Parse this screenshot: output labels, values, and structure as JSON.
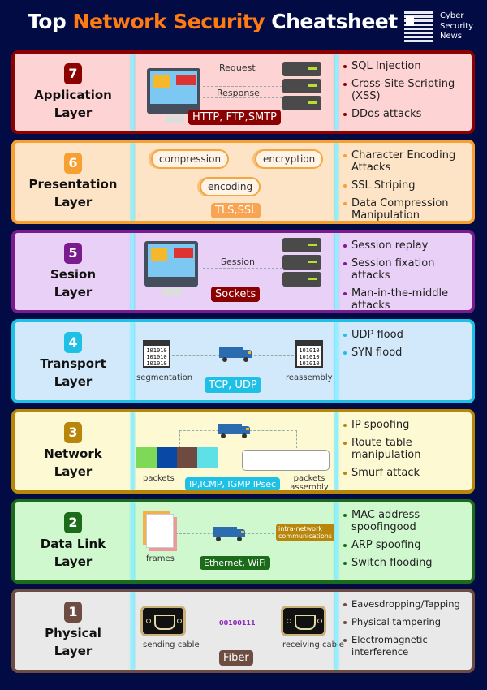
{
  "title": {
    "part1": "Top",
    "part2": "Network Security",
    "part3": "Cheatsheet"
  },
  "logo": {
    "line1": "Cyber",
    "line2": "Security",
    "line3": "News"
  },
  "layers": [
    {
      "num": "7",
      "name1": "Application",
      "name2": "Layer",
      "color": "#8b0000",
      "bg": "#fdd3d3",
      "diagram": {
        "request": "Request",
        "response": "Response",
        "protocols": "HTTP, FTP,SMTP"
      },
      "threats": [
        "SQL Injection",
        "Cross-Site Scripting (XSS)",
        "DDos attacks"
      ]
    },
    {
      "num": "6",
      "name1": "Presentation",
      "name2": "Layer",
      "color": "#f5a030",
      "bg": "#fde4c6",
      "diagram": {
        "p1": "compression",
        "p2": "encryption",
        "p3": "encoding",
        "protocols": "TLS,SSL"
      },
      "threats": [
        "Character Encoding Attacks",
        "SSL Striping",
        "Data Compression Manipulation"
      ]
    },
    {
      "num": "5",
      "name1": "Sesion",
      "name2": "Layer",
      "color": "#7b1c8e",
      "bg": "#e9d0f7",
      "diagram": {
        "session": "Session",
        "protocols": "Sockets"
      },
      "threats": [
        "Session replay",
        "Session fixation attacks",
        "Man-in-the-middle attacks"
      ]
    },
    {
      "num": "4",
      "name1": "Transport",
      "name2": "Layer",
      "color": "#1ec0e6",
      "bg": "#d1e9fb",
      "diagram": {
        "bits": "101010",
        "seg": "segmentation",
        "reas": "reassembly",
        "protocols": "TCP, UDP"
      },
      "threats": [
        "UDP flood",
        "SYN flood"
      ]
    },
    {
      "num": "3",
      "name1": "Network",
      "name2": "Layer",
      "color": "#b8860b",
      "bg": "#fdf9d2",
      "diagram": {
        "packets": "packets",
        "assembly": "packets assembly",
        "protocols": "IP,ICMP, IGMP IPsec"
      },
      "threats": [
        "IP spoofing",
        "Route table manipulation",
        "Smurf attack"
      ]
    },
    {
      "num": "2",
      "name1": "Data Link",
      "name2": "Layer",
      "color": "#1b6b1b",
      "bg": "#cff8cf",
      "diagram": {
        "frames": "frames",
        "intra1": "intra-network",
        "intra2": "communications",
        "protocols": "Ethernet, WiFi"
      },
      "threats": [
        "MAC address spoofingood",
        "ARP spoofing",
        "Switch flooding"
      ]
    },
    {
      "num": "1",
      "name1": "Physical",
      "name2": "Layer",
      "color": "#6d4c41",
      "bg": "#e9e9e9",
      "diagram": {
        "bits": "00100111",
        "send": "sending cable",
        "recv": "receiving cable",
        "protocols": "Fiber"
      },
      "threats": [
        "Eavesdropping/Tapping",
        "Physical tampering",
        "Electromagnetic interference"
      ]
    }
  ]
}
